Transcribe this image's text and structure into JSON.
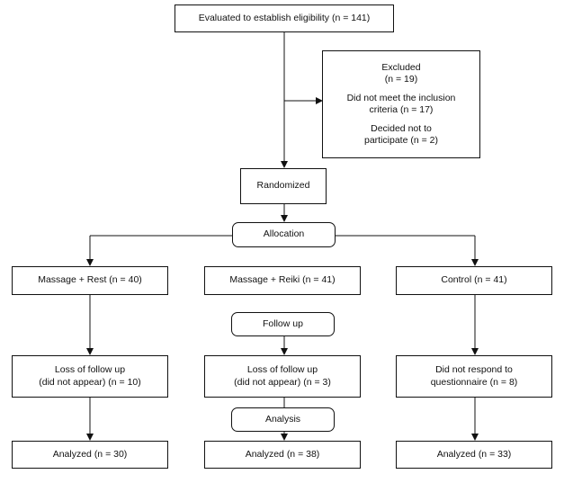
{
  "nodes": {
    "eligibility": "Evaluated to establish eligibility (n = 141)",
    "excluded": {
      "title": "Excluded\n(n = 19)",
      "inclusion": "Did not meet the inclusion\ncriteria (n = 17)",
      "declined": "Decided not to\nparticipate (n = 2)"
    },
    "randomized": "Randomized",
    "allocation": "Allocation",
    "follow_up": "Follow up",
    "analysis": "Analysis",
    "arm_massage_rest": {
      "group": "Massage + Rest (n = 40)",
      "loss": "Loss of follow up\n(did not appear) (n = 10)",
      "analyzed": "Analyzed (n = 30)"
    },
    "arm_massage_reiki": {
      "group": "Massage + Reiki (n = 41)",
      "loss": "Loss of follow up\n(did not appear) (n = 3)",
      "analyzed": "Analyzed (n = 38)"
    },
    "arm_control": {
      "group": "Control (n = 41)",
      "loss": "Did not respond to\nquestionnaire (n = 8)",
      "analyzed": "Analyzed (n = 33)"
    }
  },
  "colors": {
    "line": "#111111",
    "box_border": "#111111",
    "background": "#ffffff"
  }
}
